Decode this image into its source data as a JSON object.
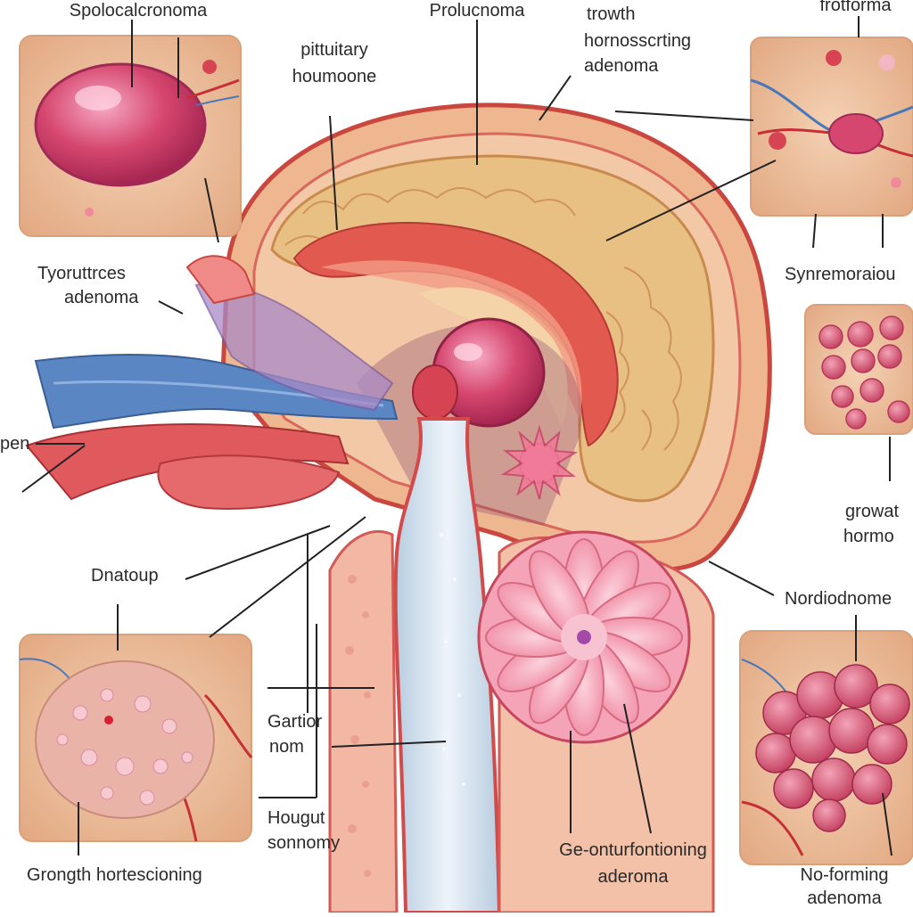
{
  "labels": {
    "top_left": "Spolocalcronoma",
    "top_center": "Prolucnoma",
    "top_center_right_line1": "trowth",
    "top_center_right_line2": "hornosscrting",
    "top_center_right_line3": "adenoma",
    "top_right": "frotforma",
    "upper_center_line1": "pittuitary",
    "upper_center_line2": "houmoone",
    "left_mid_line1": "Tyoruttrces",
    "left_mid_line2": "adenoma",
    "right_mid": "Synremoraiou",
    "left_edge": "pen",
    "right_edge_line1": "growat",
    "right_edge_line2": "hormo",
    "left_lower": "Dnatoup",
    "right_lower": "Nordiodnome",
    "center_lower_line1": "Gartior",
    "center_lower_line2": "nom",
    "center_bottom_line1": "Hougut",
    "center_bottom_line2": "sonnomy",
    "bottom_left": "Grongth hortescioning",
    "bottom_center_line1": "Ge-onturfontioning",
    "bottom_center_line2": "aderoma",
    "bottom_right_line1": "No-forming",
    "bottom_right_line2": "adenoma"
  },
  "colors": {
    "skin": "#e9b790",
    "tumor_pink": "#d6476f",
    "vessel_red": "#c62f35",
    "vessel_blue": "#4a77b8",
    "brain_tan": "#e8c083"
  }
}
